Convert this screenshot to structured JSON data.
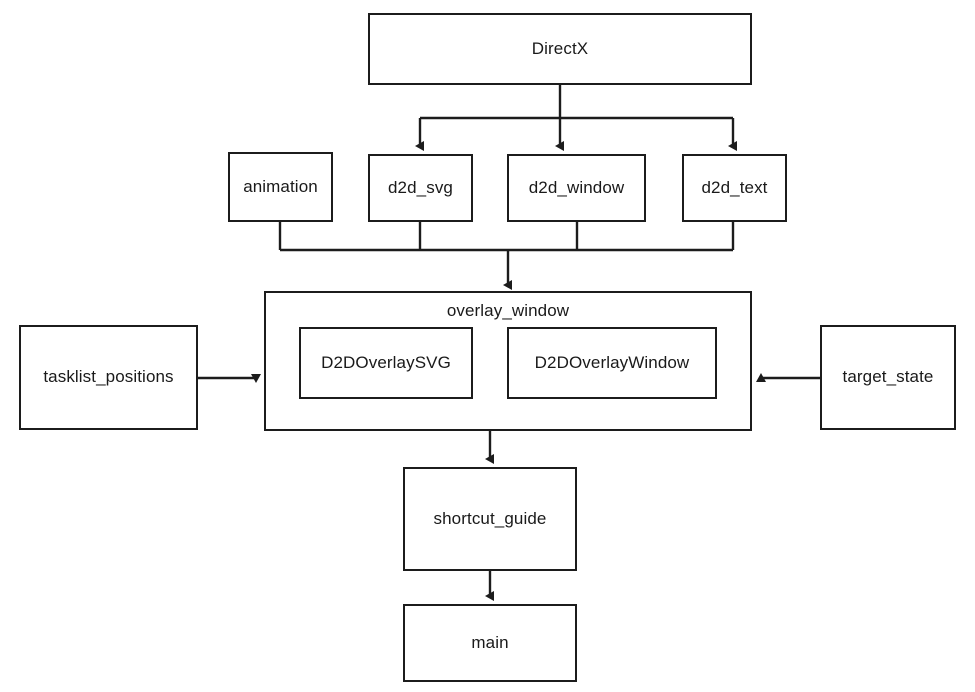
{
  "diagram": {
    "type": "module-dependency-graph",
    "background_color": "#ffffff",
    "stroke_color": "#1c1c1c",
    "text_color": "#1a1a1a",
    "nodes": {
      "directx": {
        "label": "DirectX"
      },
      "animation": {
        "label": "animation"
      },
      "d2d_svg": {
        "label": "d2d_svg"
      },
      "d2d_window": {
        "label": "d2d_window"
      },
      "d2d_text": {
        "label": "d2d_text"
      },
      "overlay_window": {
        "label": "overlay_window"
      },
      "d2d_overlay_svg": {
        "label": "D2DOverlaySVG"
      },
      "d2d_overlay_window": {
        "label": "D2DOverlayWindow"
      },
      "tasklist_positions": {
        "label": "tasklist_positions"
      },
      "target_state": {
        "label": "target_state"
      },
      "shortcut_guide": {
        "label": "shortcut_guide"
      },
      "main": {
        "label": "main"
      }
    },
    "edges": [
      {
        "from": "directx",
        "to": "d2d_svg"
      },
      {
        "from": "directx",
        "to": "d2d_window"
      },
      {
        "from": "directx",
        "to": "d2d_text"
      },
      {
        "from": "animation",
        "to": "overlay_window"
      },
      {
        "from": "d2d_svg",
        "to": "overlay_window"
      },
      {
        "from": "d2d_window",
        "to": "overlay_window"
      },
      {
        "from": "d2d_text",
        "to": "overlay_window"
      },
      {
        "from": "tasklist_positions",
        "to": "overlay_window"
      },
      {
        "from": "target_state",
        "to": "overlay_window"
      },
      {
        "from": "overlay_window",
        "to": "shortcut_guide"
      },
      {
        "from": "shortcut_guide",
        "to": "main"
      }
    ]
  }
}
